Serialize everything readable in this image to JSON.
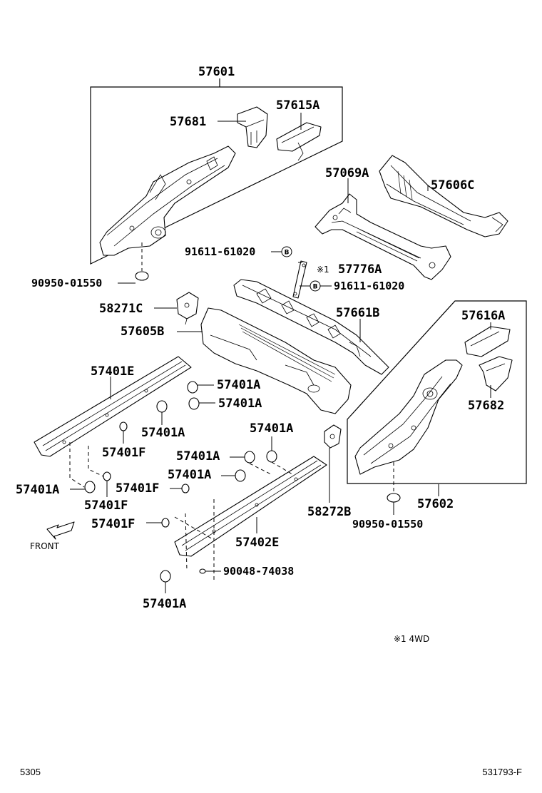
{
  "parts": {
    "p57601": "57601",
    "p57681": "57681",
    "p57615A": "57615A",
    "p57069A": "57069A",
    "p57606C": "57606C",
    "p91611_61020_a": "91611-61020",
    "p57776A": "57776A",
    "p91611_61020_b": "91611-61020",
    "p90950_01550_a": "90950-01550",
    "p58271C": "58271C",
    "p57661B": "57661B",
    "p57605B": "57605B",
    "p57616A": "57616A",
    "p57401E": "57401E",
    "p57401A_1": "57401A",
    "p57401A_2": "57401A",
    "p57682": "57682",
    "p57401A_3": "57401A",
    "p57401A_4": "57401A",
    "p57401F_1": "57401F",
    "p57401A_5": "57401A",
    "p57401A_6": "57401A",
    "p57401A_7": "57401A",
    "p57401F_2": "57401F",
    "p57401F_3": "57401F",
    "p58272B": "58272B",
    "p57602": "57602",
    "p90950_01550_b": "90950-01550",
    "p57401F_4": "57401F",
    "p57402E": "57402E",
    "p90048_74038": "90048-74038",
    "p57401A_8": "57401A"
  },
  "markers": {
    "b_circle": "B",
    "ref1": "※1"
  },
  "front_label": "FRONT",
  "footnote": "※1 4WD",
  "footer": {
    "left": "5305",
    "right": "531793-F"
  }
}
